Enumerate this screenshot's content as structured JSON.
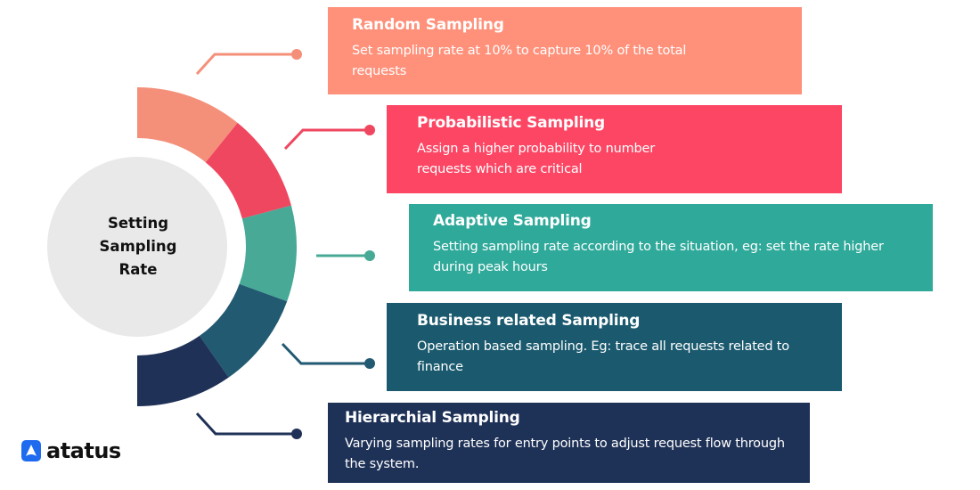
{
  "center": {
    "lines": [
      "Setting",
      "Sampling",
      "Rate"
    ]
  },
  "items": [
    {
      "title": "Random Sampling",
      "desc": "Set sampling rate at 10% to capture 10% of the total requests",
      "color": "#FF917B",
      "segment_color": "#F4907A"
    },
    {
      "title": "Probabilistic Sampling",
      "desc": "Assign a higher probability to number requests which are critical",
      "color": "#FC4664",
      "segment_color": "#EF4760"
    },
    {
      "title": "Adaptive Sampling",
      "desc": "Setting sampling rate according to the situation, eg: set the rate higher during peak hours",
      "color": "#2FA99A",
      "segment_color": "#47A996"
    },
    {
      "title": "Business related Sampling",
      "desc": "Operation based sampling. Eg: trace all requests related to finance",
      "color": "#1B5A6E",
      "segment_color": "#225A72"
    },
    {
      "title": "Hierarchial Sampling",
      "desc": "Varying sampling rates for entry points to adjust request flow through the system.",
      "color": "#1E3157",
      "segment_color": "#1F3157"
    }
  ],
  "logo": {
    "text": "atatus",
    "color": "#1E6BF0"
  }
}
